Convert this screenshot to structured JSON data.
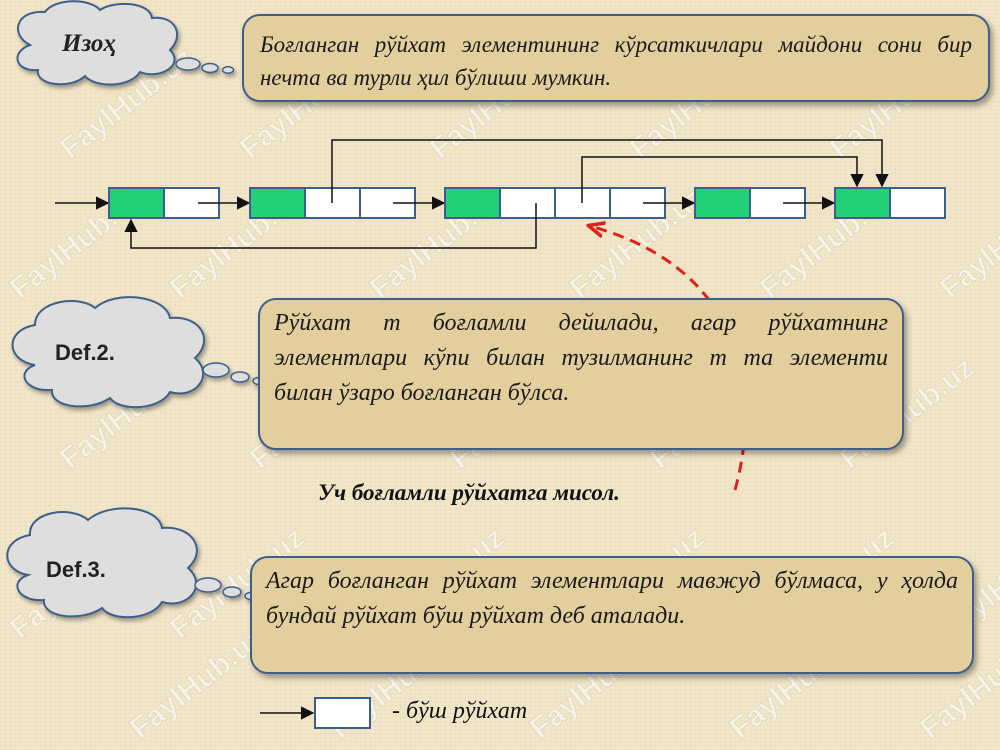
{
  "note": {
    "cloud_label": "Изоҳ",
    "text": "Боғланган рўйхат элементининг кўрсаткичлари майдони сони бир нечта ва турли ҳил бўлиши мумкин."
  },
  "def2": {
    "cloud_label": "Def.2.",
    "text": "Рўйхат m боғламли дейилади, агар рўйхатнинг элементлари кўпи билан тузилманинг m та элементи билан ўзаро боғланган бўлса."
  },
  "caption": "Уч боғламли рўйхатга мисол.",
  "def3": {
    "cloud_label": "Def.3.",
    "text": "Агар боғланган рўйхат элементлари мавжуд бўлмаса, у ҳолда бундай рўйхат бўш рўйхат деб аталади."
  },
  "legend": {
    "text": "- бўш рўйхат"
  },
  "watermark": "FaylHub.uz",
  "colors": {
    "data_cell": "#22d07a",
    "pointer_cell": "#ffffff",
    "cell_border": "#3a5f8f",
    "box_fill": "#e2cf9d",
    "box_border": "#3d5f8a",
    "cloud_fill": "#dedede",
    "dashed_arrow": "#e0201b"
  }
}
